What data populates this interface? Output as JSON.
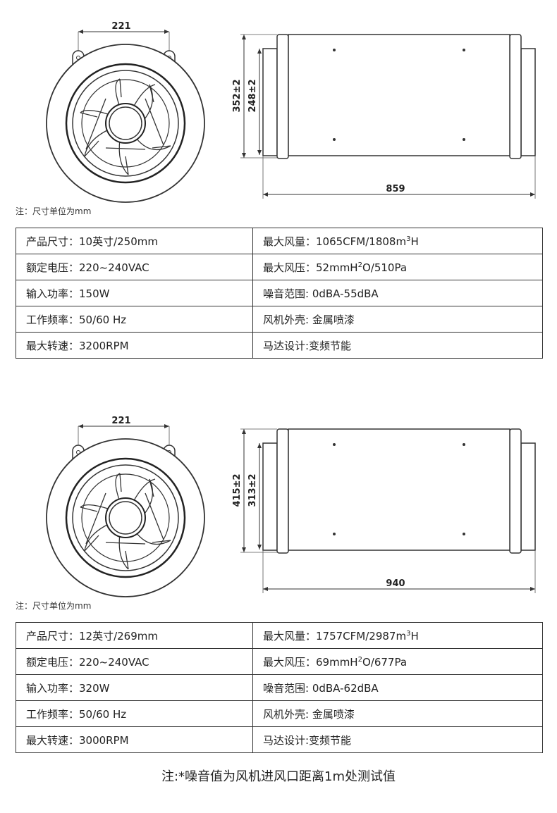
{
  "products": [
    {
      "width_label": "221",
      "outer_dia_label": "352±2",
      "inner_dia_label": "248±2",
      "length_label": "859",
      "unit_note": "注：尺寸单位为mm",
      "specs": [
        {
          "left": "产品尺寸：10英寸/250mm",
          "right_pre": "最大风量：1065CFM/1808m",
          "right_sup": "3",
          "right_post": "H"
        },
        {
          "left": "额定电压：220~240VAC",
          "right_pre": "最大风压：52mmH",
          "right_sup": "2",
          "right_post": "O/510Pa"
        },
        {
          "left": "输入功率：150W",
          "right_pre": "噪音范围: 0dBA-55dBA",
          "right_sup": "",
          "right_post": ""
        },
        {
          "left": "工作频率：50/60 Hz",
          "right_pre": "风机外壳: 金属喷漆",
          "right_sup": "",
          "right_post": ""
        },
        {
          "left": "最大转速：3200RPM",
          "right_pre": "马达设计:变频节能",
          "right_sup": "",
          "right_post": ""
        }
      ]
    },
    {
      "width_label": "221",
      "outer_dia_label": "415±2",
      "inner_dia_label": "313±2",
      "length_label": "940",
      "unit_note": "注：尺寸单位为mm",
      "specs": [
        {
          "left": "产品尺寸：12英寸/269mm",
          "right_pre": "最大风量：1757CFM/2987m",
          "right_sup": "3",
          "right_post": "H"
        },
        {
          "left": "额定电压：220~240VAC",
          "right_pre": "最大风压：69mmH",
          "right_sup": "2",
          "right_post": "O/677Pa"
        },
        {
          "left": "输入功率：320W",
          "right_pre": "噪音范围: 0dBA-62dBA",
          "right_sup": "",
          "right_post": ""
        },
        {
          "left": "工作频率：50/60 Hz",
          "right_pre": "风机外壳: 金属喷漆",
          "right_sup": "",
          "right_post": ""
        },
        {
          "left": "最大转速：3000RPM",
          "right_pre": "马达设计:变频节能",
          "right_sup": "",
          "right_post": ""
        }
      ]
    }
  ],
  "footer_note": "注:*噪音值为风机进风口距离1m处测试值"
}
